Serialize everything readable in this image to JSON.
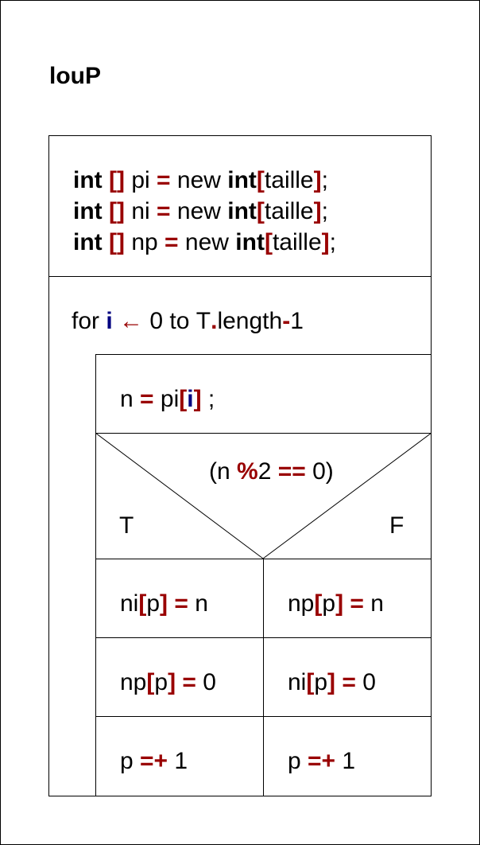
{
  "diagram": {
    "title": "louP",
    "declarations": [
      [
        {
          "t": "int",
          "s": "kw"
        },
        {
          "t": " ",
          "s": "plain"
        },
        {
          "t": "[]",
          "s": "op"
        },
        {
          "t": " pi ",
          "s": "plain"
        },
        {
          "t": "=",
          "s": "op"
        },
        {
          "t": " new ",
          "s": "plain"
        },
        {
          "t": "int",
          "s": "kw"
        },
        {
          "t": "[",
          "s": "op"
        },
        {
          "t": "taille",
          "s": "plain"
        },
        {
          "t": "]",
          "s": "op"
        },
        {
          "t": ";",
          "s": "plain"
        }
      ],
      [
        {
          "t": "int",
          "s": "kw"
        },
        {
          "t": " ",
          "s": "plain"
        },
        {
          "t": "[]",
          "s": "op"
        },
        {
          "t": " ni ",
          "s": "plain"
        },
        {
          "t": "=",
          "s": "op"
        },
        {
          "t": " new ",
          "s": "plain"
        },
        {
          "t": "int",
          "s": "kw"
        },
        {
          "t": "[",
          "s": "op"
        },
        {
          "t": "taille",
          "s": "plain"
        },
        {
          "t": "]",
          "s": "op"
        },
        {
          "t": ";",
          "s": "plain"
        }
      ],
      [
        {
          "t": "int",
          "s": "kw"
        },
        {
          "t": " ",
          "s": "plain"
        },
        {
          "t": "[]",
          "s": "op"
        },
        {
          "t": " np ",
          "s": "plain"
        },
        {
          "t": "=",
          "s": "op"
        },
        {
          "t": " new ",
          "s": "plain"
        },
        {
          "t": "int",
          "s": "kw"
        },
        {
          "t": "[",
          "s": "op"
        },
        {
          "t": "taille",
          "s": "plain"
        },
        {
          "t": "]",
          "s": "op"
        },
        {
          "t": ";",
          "s": "plain"
        }
      ]
    ],
    "loop_header": [
      {
        "t": "for ",
        "s": "plain"
      },
      {
        "t": "i",
        "s": "var"
      },
      {
        "t": " ",
        "s": "plain"
      },
      {
        "t": "←",
        "s": "op"
      },
      {
        "t": " 0 to T",
        "s": "plain"
      },
      {
        "t": ".",
        "s": "op"
      },
      {
        "t": "length",
        "s": "plain"
      },
      {
        "t": "-",
        "s": "op"
      },
      {
        "t": "1",
        "s": "plain"
      }
    ],
    "loop_first_statement": [
      {
        "t": "n ",
        "s": "plain"
      },
      {
        "t": "=",
        "s": "op"
      },
      {
        "t": " pi",
        "s": "plain"
      },
      {
        "t": "[",
        "s": "op"
      },
      {
        "t": "i",
        "s": "var"
      },
      {
        "t": "]",
        "s": "op"
      },
      {
        "t": " ;",
        "s": "plain"
      }
    ],
    "condition": [
      {
        "t": "(n ",
        "s": "plain"
      },
      {
        "t": "%",
        "s": "op"
      },
      {
        "t": "2 ",
        "s": "plain"
      },
      {
        "t": "==",
        "s": "op"
      },
      {
        "t": " 0)",
        "s": "plain"
      }
    ],
    "true_label": "T",
    "false_label": "F",
    "true_branch": [
      [
        {
          "t": "ni",
          "s": "plain"
        },
        {
          "t": "[",
          "s": "op"
        },
        {
          "t": "p",
          "s": "plain"
        },
        {
          "t": "]",
          "s": "op"
        },
        {
          "t": " ",
          "s": "plain"
        },
        {
          "t": "=",
          "s": "op"
        },
        {
          "t": " n",
          "s": "plain"
        }
      ],
      [
        {
          "t": "np",
          "s": "plain"
        },
        {
          "t": "[",
          "s": "op"
        },
        {
          "t": "p",
          "s": "plain"
        },
        {
          "t": "]",
          "s": "op"
        },
        {
          "t": " ",
          "s": "plain"
        },
        {
          "t": "=",
          "s": "op"
        },
        {
          "t": " 0",
          "s": "plain"
        }
      ],
      [
        {
          "t": "p ",
          "s": "plain"
        },
        {
          "t": "=+",
          "s": "op"
        },
        {
          "t": " 1",
          "s": "plain"
        }
      ]
    ],
    "false_branch": [
      [
        {
          "t": "np",
          "s": "plain"
        },
        {
          "t": "[",
          "s": "op"
        },
        {
          "t": "p",
          "s": "plain"
        },
        {
          "t": "]",
          "s": "op"
        },
        {
          "t": " ",
          "s": "plain"
        },
        {
          "t": "=",
          "s": "op"
        },
        {
          "t": " n",
          "s": "plain"
        }
      ],
      [
        {
          "t": "ni",
          "s": "plain"
        },
        {
          "t": "[",
          "s": "op"
        },
        {
          "t": "p",
          "s": "plain"
        },
        {
          "t": "]",
          "s": "op"
        },
        {
          "t": " ",
          "s": "plain"
        },
        {
          "t": "=",
          "s": "op"
        },
        {
          "t": " 0",
          "s": "plain"
        }
      ],
      [
        {
          "t": "p ",
          "s": "plain"
        },
        {
          "t": "=+",
          "s": "op"
        },
        {
          "t": " 1",
          "s": "plain"
        }
      ]
    ]
  },
  "colors": {
    "operator": "#990000",
    "loop_variable": "#000080",
    "keyword": "#000000",
    "line": "#000000",
    "background": "#ffffff"
  }
}
